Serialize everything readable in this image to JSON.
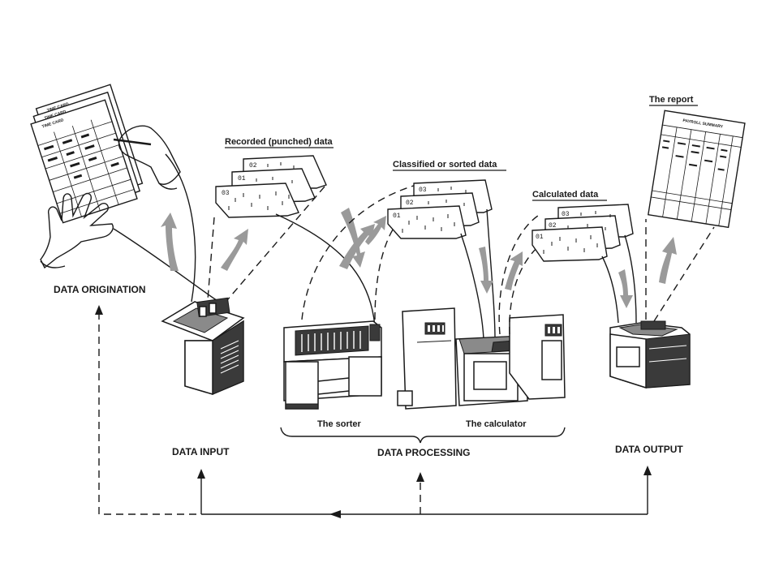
{
  "labels": {
    "data_origination": "DATA ORIGINATION",
    "data_input": "DATA INPUT",
    "data_processing": "DATA PROCESSING",
    "data_output": "DATA OUTPUT",
    "recorded_data": "Recorded (punched) data",
    "classified_data": "Classified or sorted data",
    "calculated_data": "Calculated data",
    "the_report": "The report",
    "the_sorter": "The sorter",
    "the_calculator": "The calculator"
  },
  "time_card": {
    "title": "TIME CARD"
  },
  "report_sheet": {
    "title": "PAYROLL SUMMARY"
  },
  "card_stacks": {
    "recorded": [
      "02",
      "01",
      "03"
    ],
    "sorted": [
      "03",
      "02",
      "01"
    ],
    "calculated": [
      "03",
      "02",
      "01"
    ]
  }
}
